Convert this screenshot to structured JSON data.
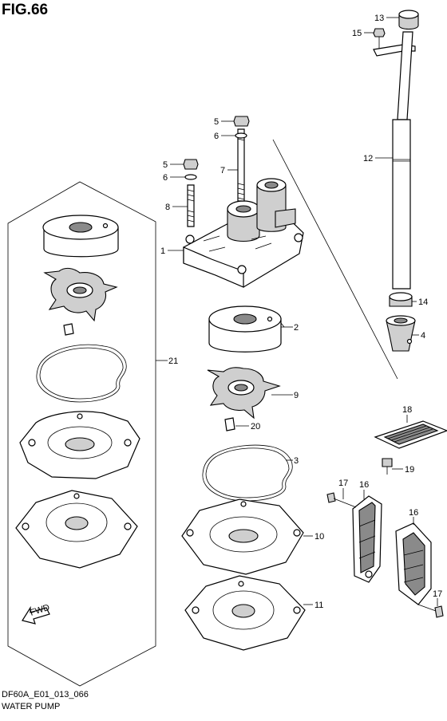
{
  "figure": {
    "title": "FIG.66",
    "code": "DF60A_E01_013_066",
    "caption": "WATER PUMP"
  },
  "callouts": [
    "1",
    "2",
    "3",
    "4",
    "5",
    "5",
    "6",
    "6",
    "7",
    "8",
    "9",
    "10",
    "11",
    "12",
    "13",
    "14",
    "15",
    "16",
    "16",
    "17",
    "17",
    "18",
    "19",
    "20",
    "21"
  ],
  "fwd_label": "FWD"
}
